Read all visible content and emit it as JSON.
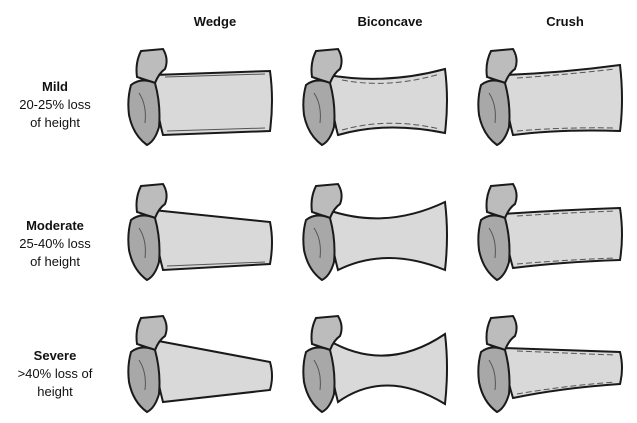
{
  "columns": [
    "Wedge",
    "Biconcave",
    "Crush"
  ],
  "rows": [
    {
      "grade": "Mild",
      "desc_line1": "20-25% loss",
      "desc_line2": "of height"
    },
    {
      "grade": "Moderate",
      "desc_line1": "25-40% loss",
      "desc_line2": "of height"
    },
    {
      "grade": "Severe",
      "desc_line1": ">40% loss of",
      "desc_line2": "height"
    }
  ],
  "figures": [
    {
      "row": "Mild",
      "type": "Wedge",
      "icon": "vertebra-wedge-mild-icon"
    },
    {
      "row": "Mild",
      "type": "Biconcave",
      "icon": "vertebra-biconcave-mild-icon"
    },
    {
      "row": "Mild",
      "type": "Crush",
      "icon": "vertebra-crush-mild-icon"
    },
    {
      "row": "Moderate",
      "type": "Wedge",
      "icon": "vertebra-wedge-moderate-icon"
    },
    {
      "row": "Moderate",
      "type": "Biconcave",
      "icon": "vertebra-biconcave-moderate-icon"
    },
    {
      "row": "Moderate",
      "type": "Crush",
      "icon": "vertebra-crush-moderate-icon"
    },
    {
      "row": "Severe",
      "type": "Wedge",
      "icon": "vertebra-wedge-severe-icon"
    },
    {
      "row": "Severe",
      "type": "Biconcave",
      "icon": "vertebra-biconcave-severe-icon"
    },
    {
      "row": "Severe",
      "type": "Crush",
      "icon": "vertebra-crush-severe-icon"
    }
  ],
  "colors": {
    "bone_fill": "#d9d9d9",
    "bone_shade": "#9a9a9a",
    "outline": "#1a1a1a"
  }
}
